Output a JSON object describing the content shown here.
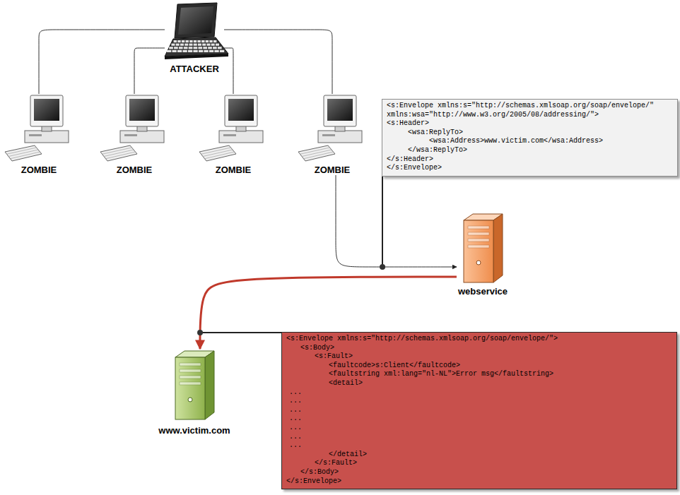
{
  "diagram": {
    "nodes": [
      {
        "text": [
          "ATTACKER"
        ]
      },
      {
        "text": [
          "ZOMBIE"
        ]
      },
      {
        "text": [
          "ZOMBIE"
        ]
      },
      {
        "text": [
          "ZOMBIE"
        ]
      },
      {
        "text": [
          "ZOMBIE"
        ]
      },
      {
        "text": [
          "webservice"
        ]
      },
      {
        "text": [
          "www.victim.com"
        ]
      },
      {
        "text": [
          "<s:Envelope xmlns:s=\"http://schemas.xmlsoap.org/soap/envelope/\"",
          "xmlns:wsa=\"http://www.w3.org/2005/08/addressing/\">",
          "<s:Header>",
          "<wsa:ReplyTo>",
          "<wsa:Address>www.victim.com</wsa:Address>",
          "</wsa:ReplyTo>",
          "</s:Header>",
          "</s:Envelope>"
        ]
      },
      {
        "text": [
          "<s:Envelope xmlns:s=\"http://schemas.xmlsoap.org/soap/envelope/\">",
          "<s:Body>",
          "<s:Fault>",
          "<faultcode>s:Client</faultcode>",
          "<faultstring xml:lang=\"nl-NL\">Error msg</faultstring>",
          "<detail>",
          "...",
          "...",
          "...",
          "...",
          "...",
          "...",
          "...",
          "</detail>",
          "</s:Fault>",
          "</s:Body>",
          "</s:Envelope>"
        ]
      }
    ],
    "edges": [
      {
        "from": 0,
        "to": 1,
        "arrow": "none"
      },
      {
        "from": 0,
        "to": 2,
        "arrow": "none"
      },
      {
        "from": 0,
        "to": 3,
        "arrow": "none"
      },
      {
        "from": 0,
        "to": 4,
        "arrow": "none"
      },
      {
        "from": 4,
        "to": 5,
        "arrow": "to"
      },
      {
        "from": 5,
        "to": 6,
        "arrow": "to"
      }
    ]
  }
}
